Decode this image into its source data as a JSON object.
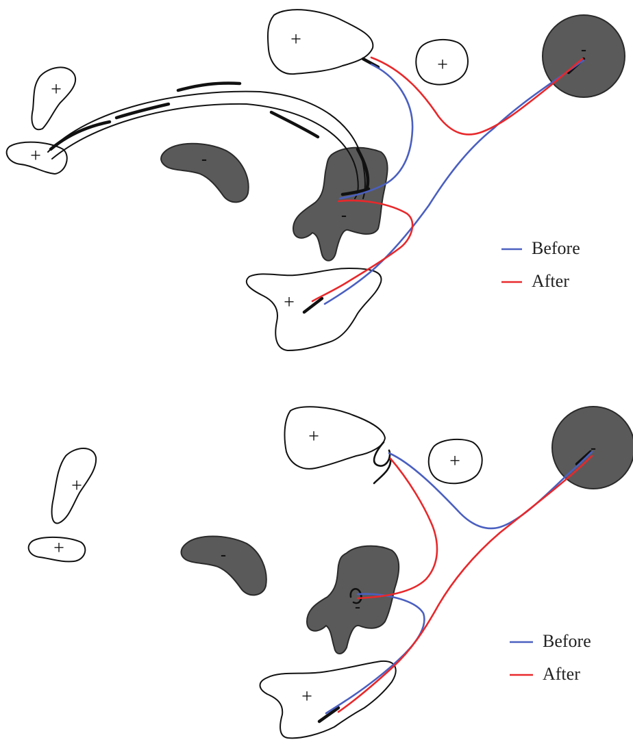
{
  "colors": {
    "before": "#4a5fc0",
    "after": "#e8282b",
    "negative_fill": "#5a5a5a",
    "outline": "#111111"
  },
  "symbols": {
    "positive": "+",
    "negative": "-"
  },
  "panels": [
    {
      "legend": {
        "before_label": "Before",
        "after_label": "After"
      }
    },
    {
      "legend": {
        "before_label": "Before",
        "after_label": "After"
      }
    }
  ]
}
